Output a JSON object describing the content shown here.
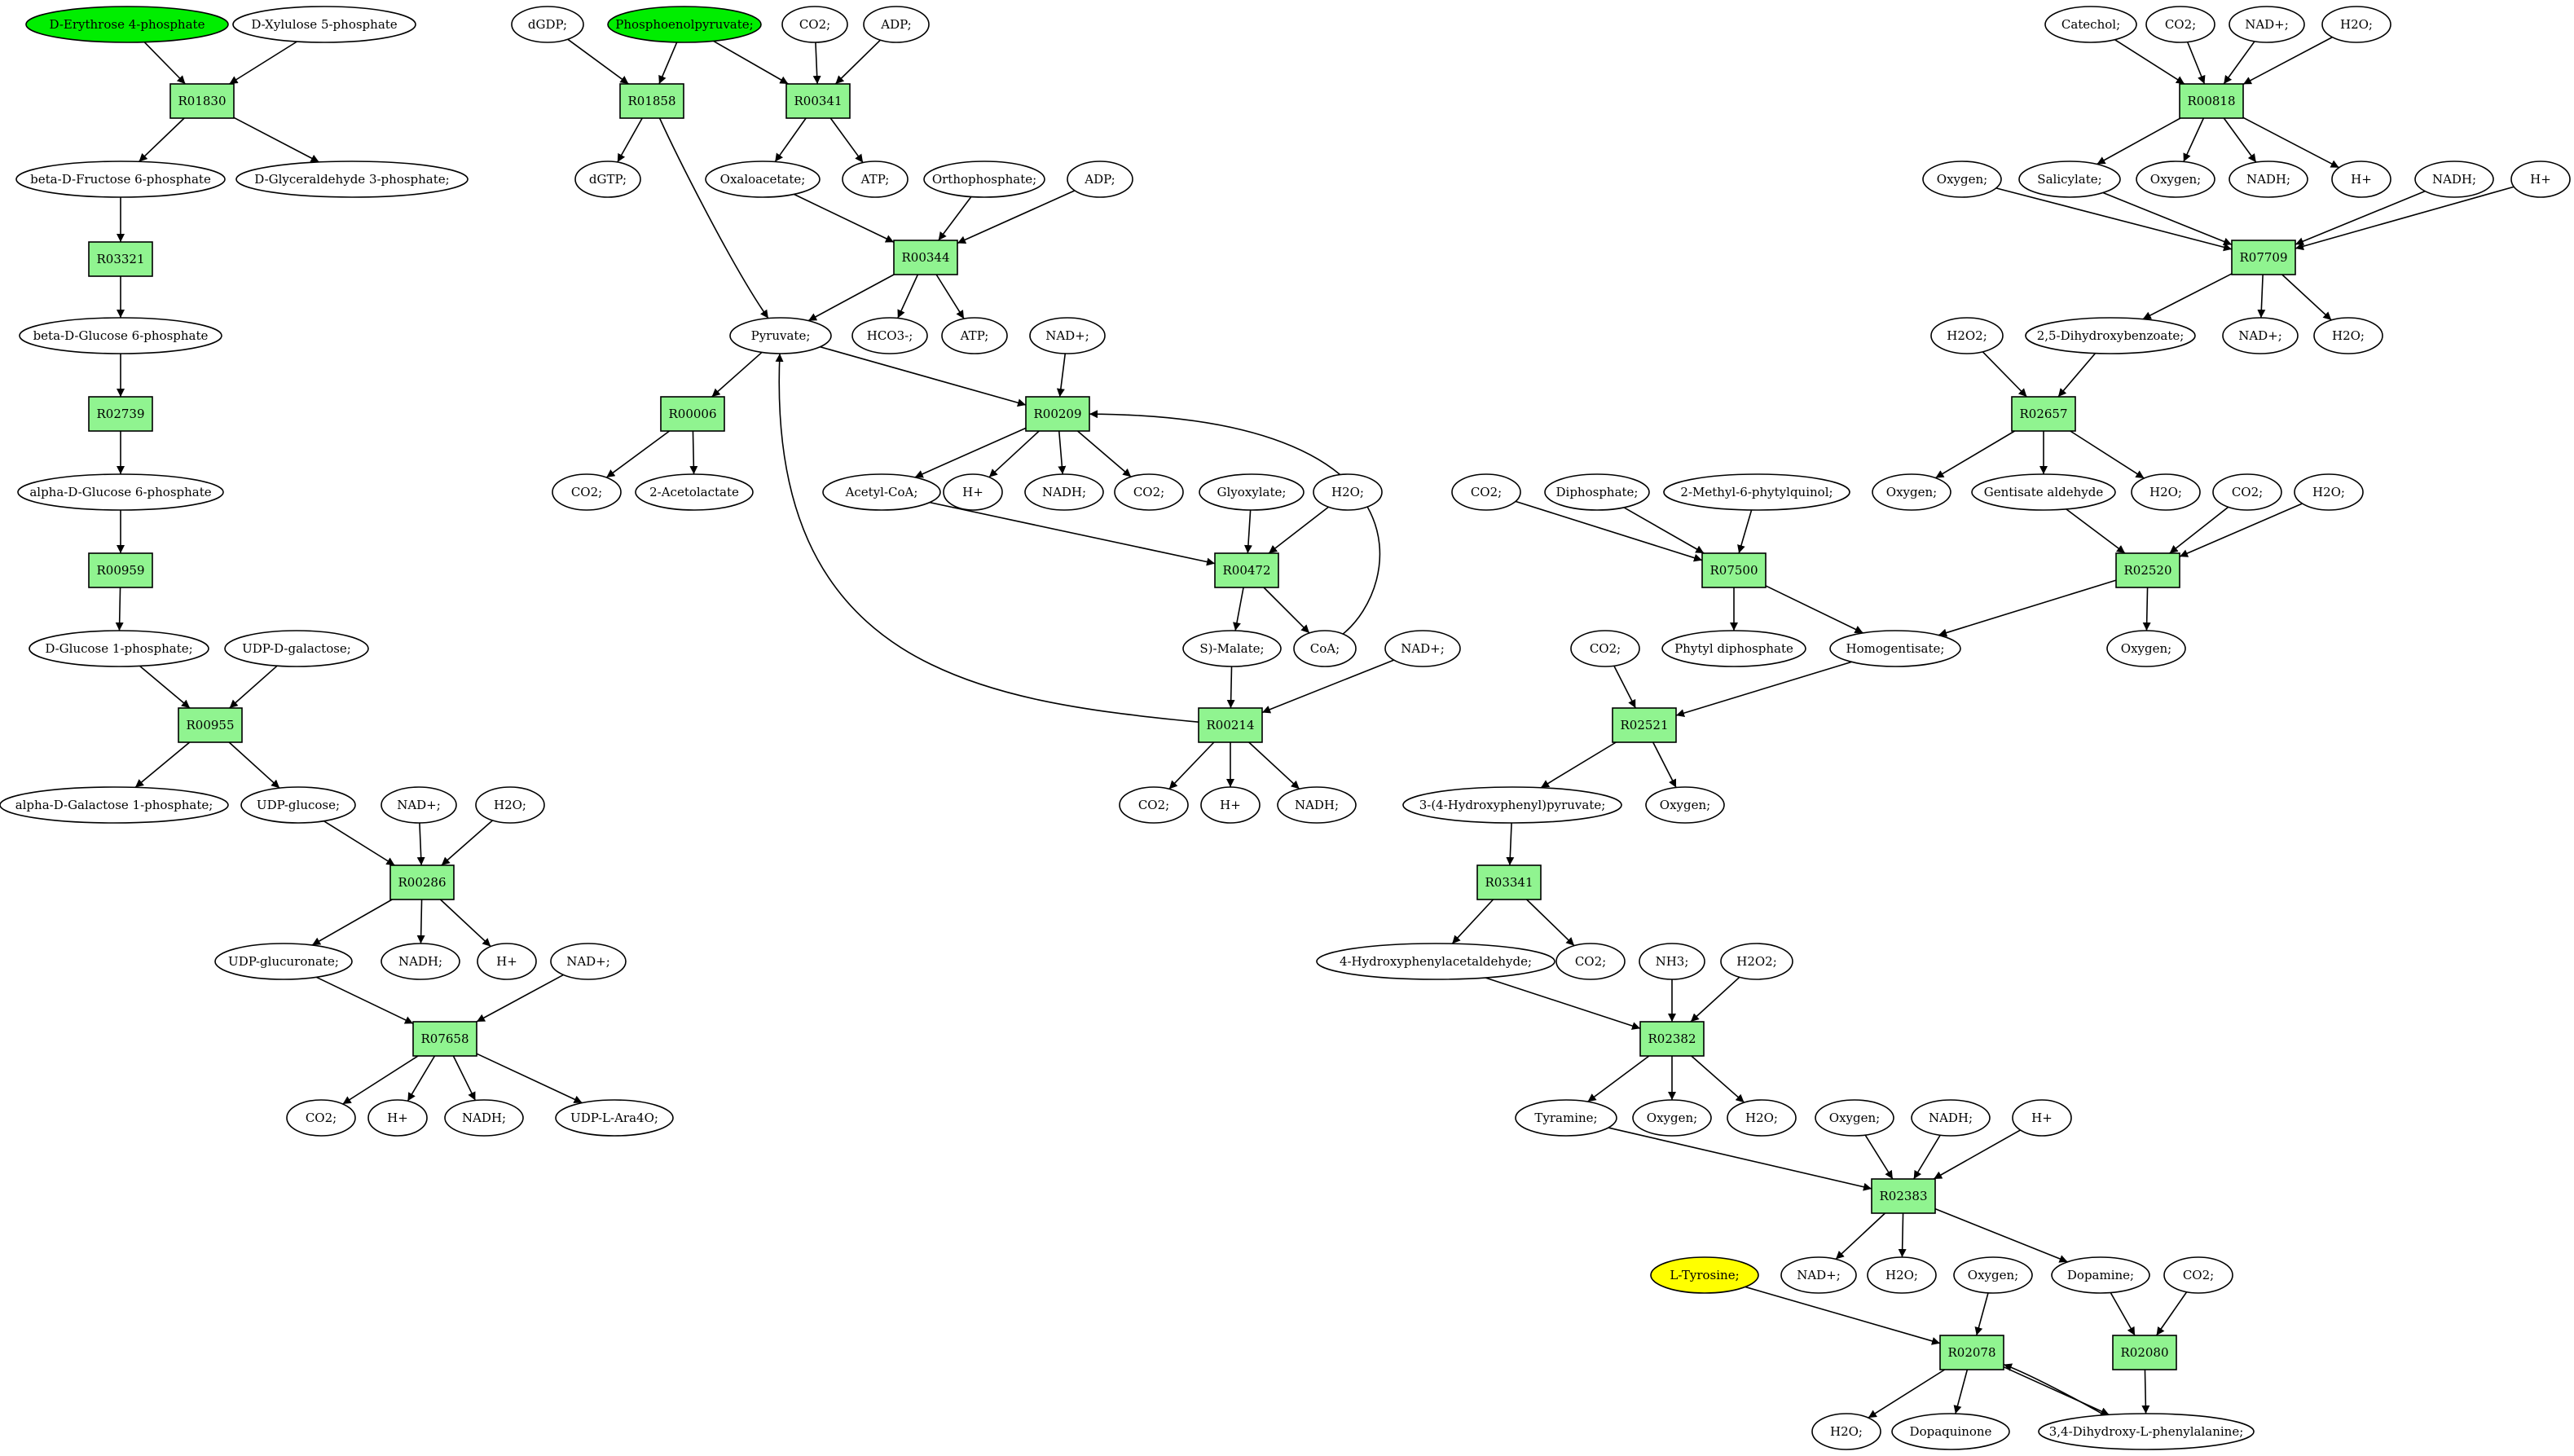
{
  "colors": {
    "reaction": "#90f490",
    "compound": "#ffffff",
    "highlight_green": "#00ee00",
    "highlight_yellow": "#ffff00",
    "edge": "#000000"
  },
  "reactions": [
    {
      "id": "r01830",
      "label": "R01830"
    },
    {
      "id": "r03321",
      "label": "R03321"
    },
    {
      "id": "r02739",
      "label": "R02739"
    },
    {
      "id": "r00959",
      "label": "R00959"
    },
    {
      "id": "r00955",
      "label": "R00955"
    },
    {
      "id": "r00286",
      "label": "R00286"
    },
    {
      "id": "r07658",
      "label": "R07658"
    },
    {
      "id": "r01858",
      "label": "R01858"
    },
    {
      "id": "r00341",
      "label": "R00341"
    },
    {
      "id": "r00344",
      "label": "R00344"
    },
    {
      "id": "r00006",
      "label": "R00006"
    },
    {
      "id": "r00209",
      "label": "R00209"
    },
    {
      "id": "r00472",
      "label": "R00472"
    },
    {
      "id": "r00214",
      "label": "R00214"
    },
    {
      "id": "r00818",
      "label": "R00818"
    },
    {
      "id": "r07709",
      "label": "R07709"
    },
    {
      "id": "r02657",
      "label": "R02657"
    },
    {
      "id": "r07500",
      "label": "R07500"
    },
    {
      "id": "r02520",
      "label": "R02520"
    },
    {
      "id": "r02521",
      "label": "R02521"
    },
    {
      "id": "r03341",
      "label": "R03341"
    },
    {
      "id": "r02382",
      "label": "R02382"
    },
    {
      "id": "r02383",
      "label": "R02383"
    },
    {
      "id": "r02078",
      "label": "R02078"
    },
    {
      "id": "r02080",
      "label": "R02080"
    }
  ],
  "compounds": [
    {
      "id": "c_e4p",
      "label": "D-Erythrose 4-phosphate",
      "fill": "#00ee00"
    },
    {
      "id": "c_x5p",
      "label": "D-Xylulose 5-phosphate"
    },
    {
      "id": "c_bf6p",
      "label": "beta-D-Fructose 6-phosphate"
    },
    {
      "id": "c_g3p",
      "label": "D-Glyceraldehyde 3-phosphate;"
    },
    {
      "id": "c_bg6p",
      "label": "beta-D-Glucose 6-phosphate"
    },
    {
      "id": "c_ag6p",
      "label": "alpha-D-Glucose 6-phosphate"
    },
    {
      "id": "c_g1p",
      "label": "D-Glucose 1-phosphate;"
    },
    {
      "id": "c_udpgal",
      "label": "UDP-D-galactose;"
    },
    {
      "id": "c_gal1p",
      "label": "alpha-D-Galactose 1-phosphate;"
    },
    {
      "id": "c_udpglc",
      "label": "UDP-glucose;"
    },
    {
      "id": "c_nad1",
      "label": "NAD+;"
    },
    {
      "id": "c_h2o1",
      "label": "H2O;"
    },
    {
      "id": "c_udpglcA",
      "label": "UDP-glucuronate;"
    },
    {
      "id": "c_nadh1",
      "label": "NADH;"
    },
    {
      "id": "c_h1",
      "label": "H+"
    },
    {
      "id": "c_nad2",
      "label": "NAD+;"
    },
    {
      "id": "c_co2_1",
      "label": "CO2;"
    },
    {
      "id": "c_h2",
      "label": "H+"
    },
    {
      "id": "c_nadh2",
      "label": "NADH;"
    },
    {
      "id": "c_udpara",
      "label": "UDP-L-Ara4O;"
    },
    {
      "id": "c_dgdp",
      "label": "dGDP;"
    },
    {
      "id": "c_pep",
      "label": "Phosphoenolpyruvate;",
      "fill": "#00ee00"
    },
    {
      "id": "c_co2_2",
      "label": "CO2;"
    },
    {
      "id": "c_adp1",
      "label": "ADP;"
    },
    {
      "id": "c_dgtp",
      "label": "dGTP;"
    },
    {
      "id": "c_oaa",
      "label": "Oxaloacetate;"
    },
    {
      "id": "c_atp1",
      "label": "ATP;"
    },
    {
      "id": "c_pi",
      "label": "Orthophosphate;"
    },
    {
      "id": "c_adp2",
      "label": "ADP;"
    },
    {
      "id": "c_pyr",
      "label": "Pyruvate;"
    },
    {
      "id": "c_hco3",
      "label": "HCO3-;"
    },
    {
      "id": "c_atp2",
      "label": "ATP;"
    },
    {
      "id": "c_nad3",
      "label": "NAD+;"
    },
    {
      "id": "c_co2_3",
      "label": "CO2;"
    },
    {
      "id": "c_acl",
      "label": "2-Acetolactate"
    },
    {
      "id": "c_acoa",
      "label": "Acetyl-CoA;"
    },
    {
      "id": "c_h3",
      "label": "H+"
    },
    {
      "id": "c_nadh3",
      "label": "NADH;"
    },
    {
      "id": "c_co2_4",
      "label": "CO2;"
    },
    {
      "id": "c_glx",
      "label": "Glyoxylate;"
    },
    {
      "id": "c_h2o2",
      "label": "H2O;"
    },
    {
      "id": "c_mal",
      "label": "S)-Malate;"
    },
    {
      "id": "c_coa",
      "label": "CoA;"
    },
    {
      "id": "c_nad4",
      "label": "NAD+;"
    },
    {
      "id": "c_co2_5",
      "label": "CO2;"
    },
    {
      "id": "c_h4",
      "label": "H+"
    },
    {
      "id": "c_nadh4",
      "label": "NADH;"
    },
    {
      "id": "c_cat",
      "label": "Catechol;"
    },
    {
      "id": "c_co2_6",
      "label": "CO2;"
    },
    {
      "id": "c_nad5",
      "label": "NAD+;"
    },
    {
      "id": "c_h2o3",
      "label": "H2O;"
    },
    {
      "id": "c_oxy1",
      "label": "Oxygen;"
    },
    {
      "id": "c_sal",
      "label": "Salicylate;"
    },
    {
      "id": "c_oxy2",
      "label": "Oxygen;"
    },
    {
      "id": "c_nadh5",
      "label": "NADH;"
    },
    {
      "id": "c_h5",
      "label": "H+"
    },
    {
      "id": "c_nadh6",
      "label": "NADH;"
    },
    {
      "id": "c_h6",
      "label": "H+"
    },
    {
      "id": "c_25dhb",
      "label": "2,5-Dihydroxybenzoate;"
    },
    {
      "id": "c_nad6",
      "label": "NAD+;"
    },
    {
      "id": "c_h2o4",
      "label": "H2O;"
    },
    {
      "id": "c_h2o2a",
      "label": "H2O2;"
    },
    {
      "id": "c_oxy3",
      "label": "Oxygen;"
    },
    {
      "id": "c_gald",
      "label": "Gentisate aldehyde"
    },
    {
      "id": "c_h2o5",
      "label": "H2O;"
    },
    {
      "id": "c_co2_7",
      "label": "CO2;"
    },
    {
      "id": "c_ppi",
      "label": "Diphosphate;"
    },
    {
      "id": "c_2m6pq",
      "label": "2-Methyl-6-phytylquinol;"
    },
    {
      "id": "c_co2_8",
      "label": "CO2;"
    },
    {
      "id": "c_h2o6",
      "label": "H2O;"
    },
    {
      "id": "c_phpp",
      "label": "Phytyl diphosphate"
    },
    {
      "id": "c_hga",
      "label": "Homogentisate;"
    },
    {
      "id": "c_oxy4",
      "label": "Oxygen;"
    },
    {
      "id": "c_co2_9",
      "label": "CO2;"
    },
    {
      "id": "c_4hpp",
      "label": "3-(4-Hydroxyphenyl)pyruvate;"
    },
    {
      "id": "c_oxy5",
      "label": "Oxygen;"
    },
    {
      "id": "c_4hpa",
      "label": "4-Hydroxyphenylacetaldehyde;"
    },
    {
      "id": "c_co2_10",
      "label": "CO2;"
    },
    {
      "id": "c_nh3",
      "label": "NH3;"
    },
    {
      "id": "c_h2o2b",
      "label": "H2O2;"
    },
    {
      "id": "c_tyra",
      "label": "Tyramine;"
    },
    {
      "id": "c_oxy6",
      "label": "Oxygen;"
    },
    {
      "id": "c_h2o7",
      "label": "H2O;"
    },
    {
      "id": "c_oxy7",
      "label": "Oxygen;"
    },
    {
      "id": "c_nadh7",
      "label": "NADH;"
    },
    {
      "id": "c_h7",
      "label": "H+"
    },
    {
      "id": "c_nad7",
      "label": "NAD+;"
    },
    {
      "id": "c_h2o8",
      "label": "H2O;"
    },
    {
      "id": "c_ltyr",
      "label": "L-Tyrosine;",
      "fill": "#ffff00"
    },
    {
      "id": "c_oxy8",
      "label": "Oxygen;"
    },
    {
      "id": "c_dopa",
      "label": "Dopamine;"
    },
    {
      "id": "c_co2_11",
      "label": "CO2;"
    },
    {
      "id": "c_h2o9",
      "label": "H2O;"
    },
    {
      "id": "c_dq",
      "label": "Dopaquinone"
    },
    {
      "id": "c_ldopa",
      "label": "3,4-Dihydroxy-L-phenylalanine;"
    }
  ],
  "edges": [
    [
      "c_e4p",
      "r01830"
    ],
    [
      "c_x5p",
      "r01830"
    ],
    [
      "r01830",
      "c_bf6p"
    ],
    [
      "r01830",
      "c_g3p"
    ],
    [
      "c_bf6p",
      "r03321"
    ],
    [
      "r03321",
      "c_bg6p"
    ],
    [
      "c_bg6p",
      "r02739"
    ],
    [
      "r02739",
      "c_ag6p"
    ],
    [
      "c_ag6p",
      "r00959"
    ],
    [
      "r00959",
      "c_g1p"
    ],
    [
      "c_g1p",
      "r00955"
    ],
    [
      "c_udpgal",
      "r00955"
    ],
    [
      "r00955",
      "c_gal1p"
    ],
    [
      "r00955",
      "c_udpglc"
    ],
    [
      "c_udpglc",
      "r00286"
    ],
    [
      "c_nad1",
      "r00286"
    ],
    [
      "c_h2o1",
      "r00286"
    ],
    [
      "r00286",
      "c_udpglcA"
    ],
    [
      "r00286",
      "c_nadh1"
    ],
    [
      "r00286",
      "c_h1"
    ],
    [
      "c_udpglcA",
      "r07658"
    ],
    [
      "c_nad2",
      "r07658"
    ],
    [
      "r07658",
      "c_co2_1"
    ],
    [
      "r07658",
      "c_h2"
    ],
    [
      "r07658",
      "c_nadh2"
    ],
    [
      "r07658",
      "c_udpara"
    ],
    [
      "c_dgdp",
      "r01858"
    ],
    [
      "c_pep",
      "r01858"
    ],
    [
      "r01858",
      "c_dgtp"
    ],
    [
      "r01858",
      "c_pyr"
    ],
    [
      "c_pep",
      "r00341"
    ],
    [
      "c_co2_2",
      "r00341"
    ],
    [
      "c_adp1",
      "r00341"
    ],
    [
      "r00341",
      "c_oaa"
    ],
    [
      "r00341",
      "c_atp1"
    ],
    [
      "c_oaa",
      "r00344"
    ],
    [
      "c_pi",
      "r00344"
    ],
    [
      "c_adp2",
      "r00344"
    ],
    [
      "r00344",
      "c_pyr"
    ],
    [
      "r00344",
      "c_hco3"
    ],
    [
      "r00344",
      "c_atp2"
    ],
    [
      "c_pyr",
      "r00006"
    ],
    [
      "r00006",
      "c_co2_3"
    ],
    [
      "r00006",
      "c_acl"
    ],
    [
      "c_pyr",
      "r00209"
    ],
    [
      "c_nad3",
      "r00209"
    ],
    [
      "r00209",
      "c_acoa"
    ],
    [
      "r00209",
      "c_h3"
    ],
    [
      "r00209",
      "c_nadh3"
    ],
    [
      "r00209",
      "c_co2_4"
    ],
    [
      "c_acoa",
      "r00472"
    ],
    [
      "c_glx",
      "r00472"
    ],
    [
      "c_h2o2",
      "r00472"
    ],
    [
      "r00472",
      "c_mal"
    ],
    [
      "r00472",
      "c_coa"
    ],
    [
      "c_coa",
      "r00209"
    ],
    [
      "c_mal",
      "r00214"
    ],
    [
      "c_nad4",
      "r00214"
    ],
    [
      "r00214",
      "c_co2_5"
    ],
    [
      "r00214",
      "c_h4"
    ],
    [
      "r00214",
      "c_nadh4"
    ],
    [
      "r00214",
      "c_pyr"
    ],
    [
      "c_cat",
      "r00818"
    ],
    [
      "c_co2_6",
      "r00818"
    ],
    [
      "c_nad5",
      "r00818"
    ],
    [
      "c_h2o3",
      "r00818"
    ],
    [
      "r00818",
      "c_sal"
    ],
    [
      "r00818",
      "c_oxy2"
    ],
    [
      "r00818",
      "c_nadh5"
    ],
    [
      "r00818",
      "c_h5"
    ],
    [
      "c_oxy1",
      "r07709"
    ],
    [
      "c_sal",
      "r07709"
    ],
    [
      "c_nadh6",
      "r07709"
    ],
    [
      "c_h6",
      "r07709"
    ],
    [
      "r07709",
      "c_25dhb"
    ],
    [
      "r07709",
      "c_nad6"
    ],
    [
      "r07709",
      "c_h2o4"
    ],
    [
      "c_h2o2a",
      "r02657"
    ],
    [
      "c_25dhb",
      "r02657"
    ],
    [
      "r02657",
      "c_oxy3"
    ],
    [
      "r02657",
      "c_gald"
    ],
    [
      "r02657",
      "c_h2o5"
    ],
    [
      "c_gald",
      "r02520"
    ],
    [
      "c_co2_7",
      "r02520"
    ],
    [
      "c_h2o6",
      "r02520"
    ],
    [
      "r02520",
      "c_hga"
    ],
    [
      "r02520",
      "c_oxy4"
    ],
    [
      "c_co2_8",
      "r07500"
    ],
    [
      "c_ppi",
      "r07500"
    ],
    [
      "c_2m6pq",
      "r07500"
    ],
    [
      "r07500",
      "c_phpp"
    ],
    [
      "r07500",
      "c_hga"
    ],
    [
      "c_co2_9",
      "r02521"
    ],
    [
      "c_hga",
      "r02521"
    ],
    [
      "r02521",
      "c_4hpp"
    ],
    [
      "r02521",
      "c_oxy5"
    ],
    [
      "c_4hpp",
      "r03341"
    ],
    [
      "r03341",
      "c_4hpa"
    ],
    [
      "r03341",
      "c_co2_10"
    ],
    [
      "c_4hpa",
      "r02382"
    ],
    [
      "c_nh3",
      "r02382"
    ],
    [
      "c_h2o2b",
      "r02382"
    ],
    [
      "r02382",
      "c_tyra"
    ],
    [
      "r02382",
      "c_oxy6"
    ],
    [
      "r02382",
      "c_h2o7"
    ],
    [
      "c_tyra",
      "r02383"
    ],
    [
      "c_oxy7",
      "r02383"
    ],
    [
      "c_nadh7",
      "r02383"
    ],
    [
      "c_h7",
      "r02383"
    ],
    [
      "r02383",
      "c_nad7"
    ],
    [
      "r02383",
      "c_h2o8"
    ],
    [
      "r02383",
      "c_dopa"
    ],
    [
      "c_ltyr",
      "r02078"
    ],
    [
      "c_oxy8",
      "r02078"
    ],
    [
      "r02078",
      "c_h2o9"
    ],
    [
      "r02078",
      "c_dq"
    ],
    [
      "r02078",
      "c_ldopa"
    ],
    [
      "c_ldopa",
      "r02078"
    ],
    [
      "c_dopa",
      "r02080"
    ],
    [
      "c_co2_11",
      "r02080"
    ],
    [
      "r02080",
      "c_ldopa"
    ]
  ]
}
